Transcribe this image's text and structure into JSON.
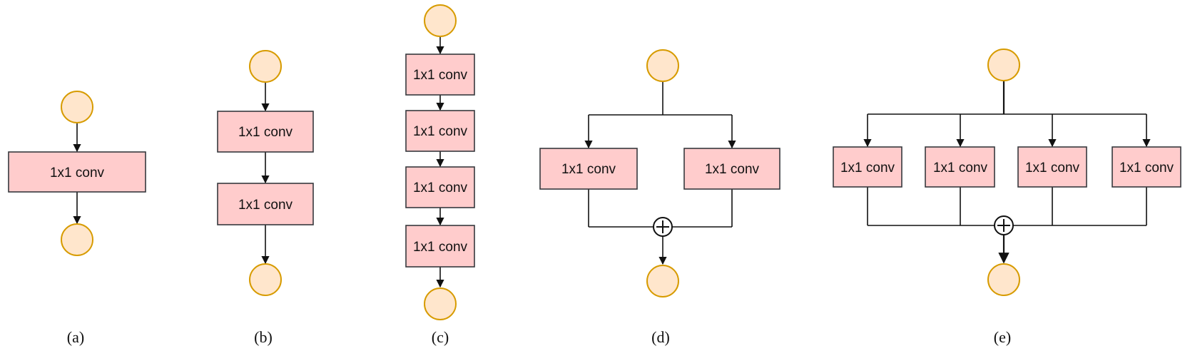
{
  "diagram": {
    "colors": {
      "conv_fill": "#ffcccc",
      "conv_stroke": "#36393d",
      "node_fill": "#ffe6cc",
      "node_stroke": "#d79b00",
      "edge": "#111111"
    },
    "conv_label": "1x1 conv",
    "panels": [
      {
        "id": "a",
        "caption": "(a)",
        "structure": "single 1x1 conv between input and output",
        "conv_count": 1
      },
      {
        "id": "b",
        "caption": "(b)",
        "structure": "two stacked 1x1 convs",
        "conv_count": 2
      },
      {
        "id": "c",
        "caption": "(c)",
        "structure": "four stacked 1x1 convs",
        "conv_count": 4
      },
      {
        "id": "d",
        "caption": "(d)",
        "structure": "two parallel 1x1 convs summed",
        "conv_count": 2
      },
      {
        "id": "e",
        "caption": "(e)",
        "structure": "four parallel 1x1 convs summed",
        "conv_count": 4
      }
    ]
  }
}
